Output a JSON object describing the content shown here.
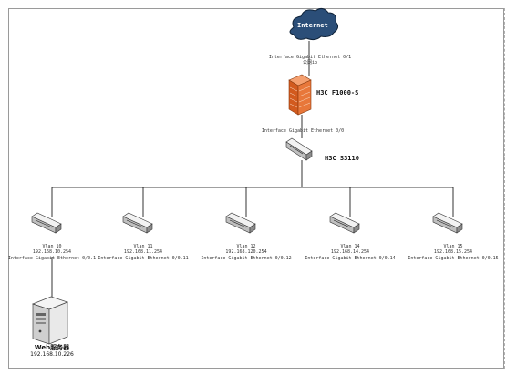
{
  "cloud": {
    "label": "Internet"
  },
  "firewall": {
    "uplink_label": "Interface Gigabit Ethernet 0/1",
    "uplink_sub": "公网ip",
    "name": "H3C F1000-S",
    "downlink_label": "Interface Gigabit Ethernet 0/0"
  },
  "core_switch": {
    "name": "H3C S3110"
  },
  "access_switches": [
    {
      "vlan": "Vlan 10",
      "ip": "192.168.10.254",
      "iface": "Interface Gigabit Ethernet 0/0.1"
    },
    {
      "vlan": "Vlan 11",
      "ip": "192.168.11.254",
      "iface": "Interface Gigabit Ethernet 0/0.11"
    },
    {
      "vlan": "Vlan 12",
      "ip": "192.168.120.254",
      "iface": "Interface Gigabit Ethernet 0/0.12"
    },
    {
      "vlan": "Vlan 14",
      "ip": "192.168.14.254",
      "iface": "Interface Gigabit Ethernet 0/0.14"
    },
    {
      "vlan": "Vlan 15",
      "ip": "192.168.15.254",
      "iface": "Interface Gigabit Ethernet 0/0.15"
    }
  ],
  "server": {
    "name": "Web服务器",
    "ip": "192.168.10.226"
  },
  "colors": {
    "cloud": "#2b4e78",
    "firewall": "#e8773a",
    "switch_body": "#d9d9d9",
    "line": "#000000"
  }
}
